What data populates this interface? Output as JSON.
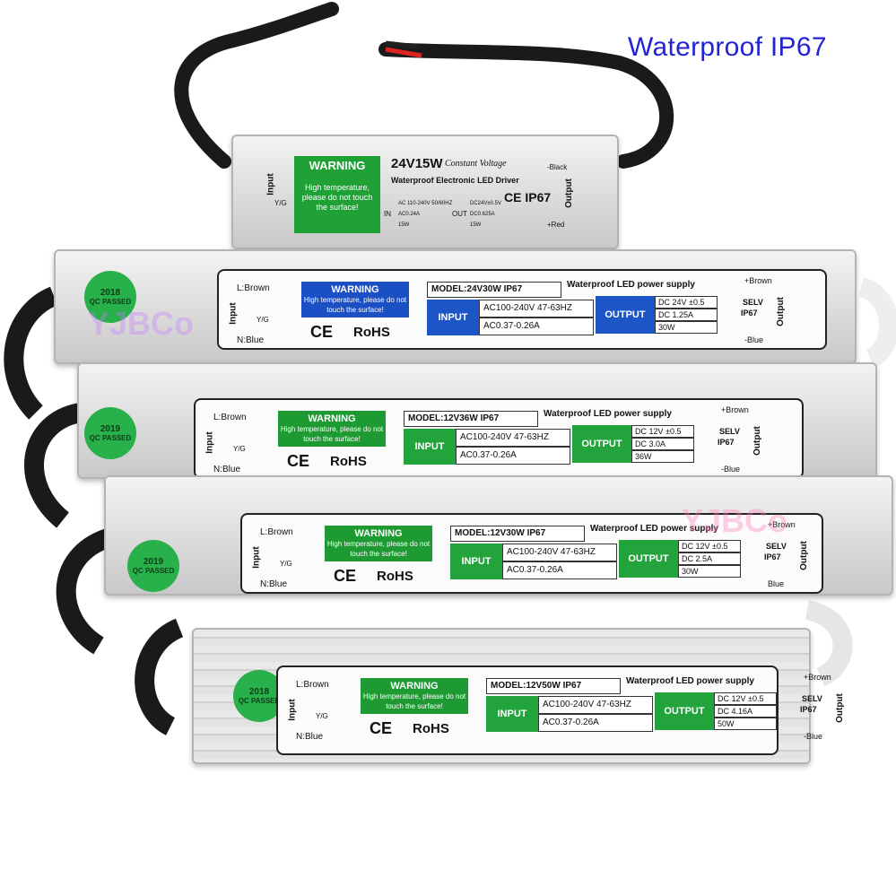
{
  "headline": "Waterproof IP67",
  "watermark": "YJBCo",
  "colors": {
    "headline": "#2323d6",
    "green": "#22a33c",
    "blue": "#1b55c6"
  },
  "small_driver": {
    "title": "24V15W",
    "mode": "Constant Voltage",
    "subtitle": "Waterproof Electronic LED Driver",
    "warning": "WARNING",
    "warning_text": "High temperature, please do not touch the surface!",
    "input": "Input",
    "output": "Output",
    "black": "-Black",
    "red": "+Red",
    "yg": "Y/G",
    "ce": "CE IP67",
    "in_v": "AC 110-240V 50/60HZ",
    "in_a": "AC0.24A",
    "in_p": "15W",
    "out_v": "DC24V±0.5V",
    "out_a": "DC0.625A",
    "out_p": "15W",
    "in_label": "IN",
    "out_label": "OUT"
  },
  "drivers": [
    {
      "model": "MODEL:24V30W  IP67",
      "supply": "Waterproof LED power supply",
      "warning": "WARNING",
      "warning_text": "High temperature, please do not touch the surface!",
      "input_tag": "INPUT",
      "output_tag": "OUTPUT",
      "ac": "AC100-240V 47-63HZ",
      "aa": "AC0.37-0.26A",
      "dcv": "DC 24V ±0.5",
      "dca": "DC 1.25A",
      "w": "30W",
      "lbrown": "L:Brown",
      "nblue": "N:Blue",
      "yg": "Y/G",
      "input": "Input",
      "output": "Output",
      "brown": "+Brown",
      "blue": "-Blue",
      "selv": "SELV",
      "ip": "IP67",
      "ce": "CE",
      "rohs": "RoHS",
      "stamp": "QC PASSED",
      "year": "2018"
    },
    {
      "model": "MODEL:12V36W  IP67",
      "supply": "Waterproof LED power supply",
      "warning": "WARNING",
      "warning_text": "High temperature, please do not touch the surface!",
      "input_tag": "INPUT",
      "output_tag": "OUTPUT",
      "ac": "AC100-240V 47-63HZ",
      "aa": "AC0.37-0.26A",
      "dcv": "DC 12V ±0.5",
      "dca": "DC 3.0A",
      "w": "36W",
      "lbrown": "L:Brown",
      "nblue": "N:Blue",
      "yg": "Y/G",
      "input": "Input",
      "output": "Output",
      "brown": "+Brown",
      "blue": "-Blue",
      "selv": "SELV",
      "ip": "IP67",
      "ce": "CE",
      "rohs": "RoHS",
      "stamp": "QC PASSED",
      "year": "2019"
    },
    {
      "model": "MODEL:12V30W  IP67",
      "supply": "Waterproof LED power supply",
      "warning": "WARNING",
      "warning_text": "High temperature, please do not touch the surface!",
      "input_tag": "INPUT",
      "output_tag": "OUTPUT",
      "ac": "AC100-240V 47-63HZ",
      "aa": "AC0.37-0.26A",
      "dcv": "DC 12V ±0.5",
      "dca": "DC 2.5A",
      "w": "30W",
      "lbrown": "L:Brown",
      "nblue": "N:Blue",
      "yg": "Y/G",
      "input": "Input",
      "output": "Output",
      "brown": "+Brown",
      "blue": "Blue",
      "selv": "SELV",
      "ip": "IP67",
      "ce": "CE",
      "rohs": "RoHS",
      "stamp": "QC PASSED",
      "year": "2019"
    },
    {
      "model": "MODEL:12V50W  IP67",
      "supply": "Waterproof LED power supply",
      "warning": "WARNING",
      "warning_text": "High temperature, please do not touch the surface!",
      "input_tag": "INPUT",
      "output_tag": "OUTPUT",
      "ac": "AC100-240V 47-63HZ",
      "aa": "AC0.37-0.26A",
      "dcv": "DC 12V ±0.5",
      "dca": "DC 4.16A",
      "w": "50W",
      "lbrown": "L:Brown",
      "nblue": "N:Blue",
      "yg": "Y/G",
      "input": "Input",
      "output": "Output",
      "brown": "+Brown",
      "blue": "-Blue",
      "selv": "SELV",
      "ip": "IP67",
      "ce": "CE",
      "rohs": "RoHS",
      "stamp": "QC PASSED",
      "year": "2018"
    }
  ]
}
